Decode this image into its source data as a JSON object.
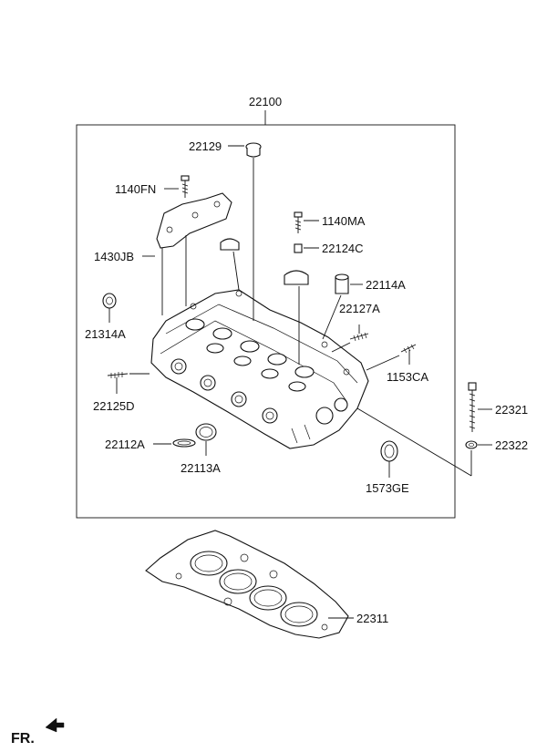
{
  "assembly_label": "22100",
  "parts": {
    "p22129": "22129",
    "p1140FN": "1140FN",
    "p1140MA": "1140MA",
    "p22124C": "22124C",
    "p1430JB": "1430JB",
    "p22114A": "22114A",
    "p22127A": "22127A",
    "p21314A": "21314A",
    "p1153CA": "1153CA",
    "p22125D": "22125D",
    "p22321": "22321",
    "p22112A": "22112A",
    "p22322": "22322",
    "p22113A": "22113A",
    "p1573GE": "1573GE",
    "p22311": "22311"
  },
  "front_indicator": "FR."
}
